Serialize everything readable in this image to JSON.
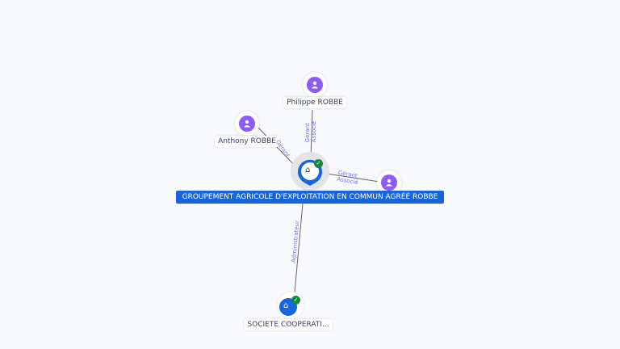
{
  "center_node": {
    "label": "GROUPEMENT AGRICOLE D'EXPLOITATION EN COMMUN AGRÉÉ ROBBE",
    "icon": "building-icon",
    "verified": true
  },
  "nodes": [
    {
      "label": "Philippe ROBBE",
      "icon": "person-icon"
    },
    {
      "label": "Anthony ROBBE",
      "icon": "person-icon"
    },
    {
      "label": "",
      "icon": "person-icon"
    },
    {
      "label": "SOCIETE COOPERATI...",
      "icon": "building-icon",
      "verified": true
    }
  ],
  "edges": [
    {
      "roles": [
        "Gérant",
        "Associé"
      ]
    },
    {
      "roles": [
        "Gérant"
      ]
    },
    {
      "roles": [
        "Gérant",
        "Associé"
      ]
    },
    {
      "roles": [
        "Administrateur"
      ]
    }
  ],
  "colors": {
    "person": "#8b5cf6",
    "company": "#1565e0",
    "verified": "#16883f",
    "edge_label": "#7c6fe0"
  }
}
